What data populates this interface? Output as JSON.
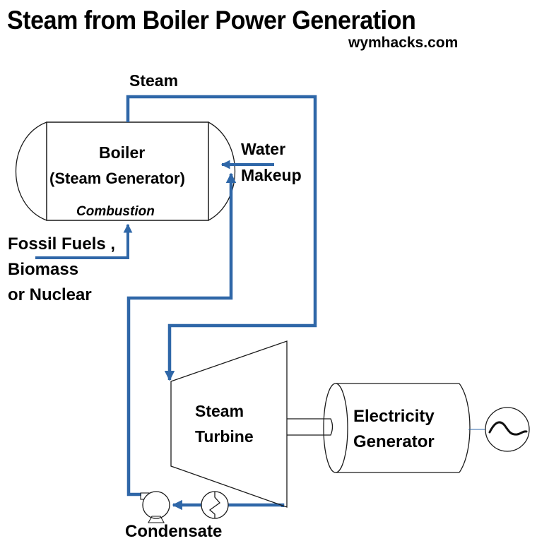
{
  "title": "Steam from Boiler Power Generation",
  "website": "wymhacks.com",
  "colors": {
    "flow_line": "#2f67a8",
    "outline": "#1a1a1a",
    "text": "#000000",
    "background": "#ffffff"
  },
  "components": {
    "boiler": {
      "title": "Boiler",
      "subtitle": "(Steam Generator)",
      "combustion_label": "Combustion"
    },
    "turbine": {
      "line1": "Steam",
      "line2": "Turbine"
    },
    "generator": {
      "line1": "Electricity",
      "line2": "Generator",
      "output_symbol": "ac-sine-wave-icon"
    },
    "condenser": {
      "icon": "heat-exchanger-icon"
    },
    "pump": {
      "icon": "pump-icon"
    }
  },
  "flows": {
    "steam": "Steam",
    "water_makeup_line1": "Water",
    "water_makeup_line2": "Makeup",
    "fuel_line1": "Fossil Fuels ,",
    "fuel_line2": "Biomass",
    "fuel_line3": "or Nuclear",
    "condensate": "Condensate"
  }
}
